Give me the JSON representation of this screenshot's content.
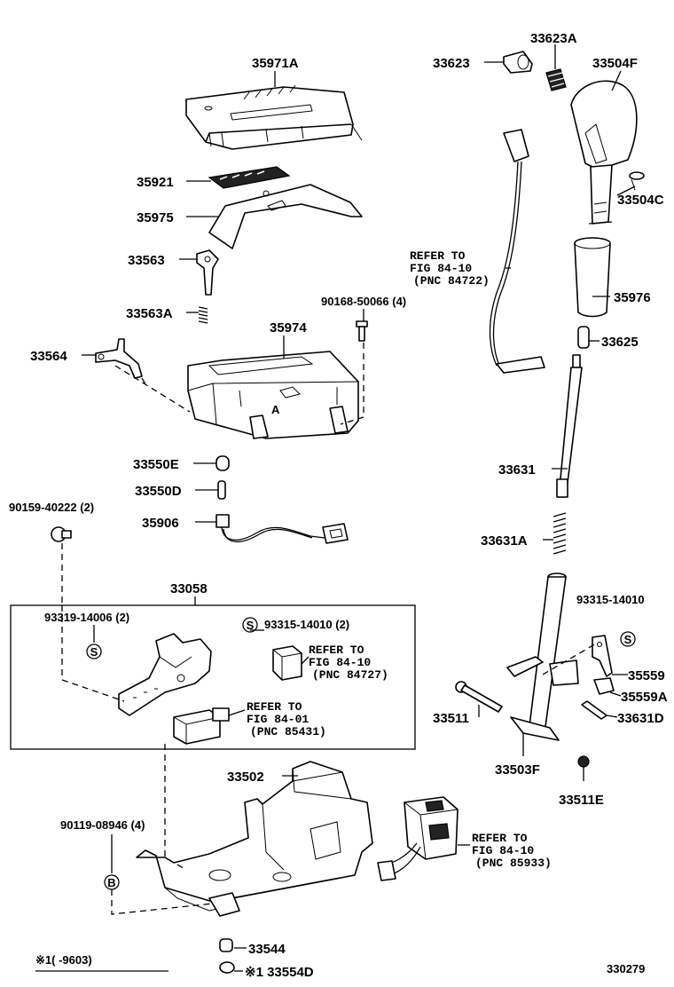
{
  "parts": {
    "p33623A": "33623A",
    "p33623": "33623",
    "p33504F": "33504F",
    "p35971A": "35971A",
    "p35921": "35921",
    "p35975": "35975",
    "p33504C": "33504C",
    "p33563": "33563",
    "p33563A": "33563A",
    "p35976": "35976",
    "p90168": "90168-50066 (4)",
    "p35974": "35974",
    "p33625": "33625",
    "p33564": "33564",
    "p33550E": "33550E",
    "p33631": "33631",
    "p33550D": "33550D",
    "p90159": "90159-40222 (2)",
    "p35906": "35906",
    "p33631A": "33631A",
    "p33058": "33058",
    "p93315a": "93315-14010",
    "p93319": "93319-14006 (2)",
    "p93315b": "93315-14010 (2)",
    "p35559": "35559",
    "p35559A": "35559A",
    "p33511": "33511",
    "p33631D": "33631D",
    "p33503F": "33503F",
    "p33502": "33502",
    "p33511E": "33511E",
    "p90119": "90119-08946 (4)",
    "p33544": "33544",
    "p33554D": "※1 33554D"
  },
  "refs": {
    "r1": {
      "line1": "REFER TO",
      "line2": "FIG 84-10",
      "line3": "(PNC 84722)"
    },
    "r2": {
      "line1": "REFER TO",
      "line2": "FIG 84-10",
      "line3": "(PNC 84727)"
    },
    "r3": {
      "line1": "REFER TO",
      "line2": "FIG 84-01",
      "line3": "(PNC 85431)"
    },
    "r4": {
      "line1": "REFER TO",
      "line2": "FIG 84-10",
      "line3": "(PNC 85933)"
    }
  },
  "markers": {
    "s": "S",
    "b": "B"
  },
  "footnote": "※1(     -9603)",
  "figure_id": "330279"
}
